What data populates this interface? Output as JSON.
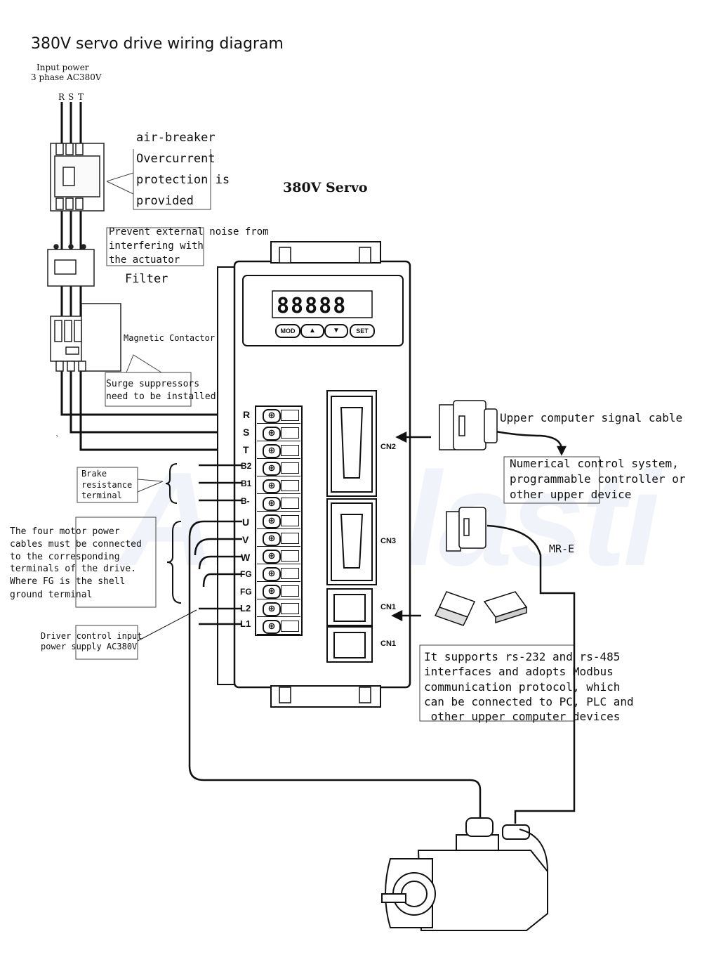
{
  "title": "380V servo drive wiring diagram",
  "input_power": {
    "line1": "Input power",
    "line2": "3 phase AC380V"
  },
  "phases": [
    "R",
    "S",
    "T"
  ],
  "air_breaker": {
    "line1": "air-breaker",
    "line2": "Overcurrent",
    "line3": "protection is",
    "line4": "provided"
  },
  "noise_note": {
    "line1": "Prevent external noise from",
    "line2": "interfering with",
    "line3": "the actuator"
  },
  "filter_label": "Filter",
  "contactor_label": "Magnetic Contactor",
  "surge_note": {
    "line1": "Surge suppressors",
    "line2": "need to be installed"
  },
  "servo_title": "380V Servo",
  "display_digits": "88888",
  "panel_buttons": [
    "MOD",
    "▲",
    "▼",
    "SET"
  ],
  "terminals": [
    "R",
    "S",
    "T",
    "B2",
    "B1",
    "B-",
    "U",
    "V",
    "W",
    "FG",
    "FG",
    "L2",
    "L1"
  ],
  "connectors": {
    "cn2": "CN2",
    "cn3": "CN3",
    "cn1a": "CN1",
    "cn1b": "CN1"
  },
  "brake_note": {
    "line1": "Brake",
    "line2": "resistance",
    "line3": "terminal"
  },
  "motor_note": {
    "line1": "The four motor power",
    "line2": "cables must be connected",
    "line3": "to the corresponding",
    "line4": "terminals of the drive.",
    "line5": "Where FG is the shell",
    "line6": "ground terminal"
  },
  "driver_note": {
    "line1": "Driver control input",
    "line2": "power supply AC380V"
  },
  "upper_cable": "Upper computer signal cable",
  "numerical_note": {
    "line1": "Numerical control system,",
    "line2": "programmable controller or",
    "line3": "other upper device"
  },
  "encoder_label": "MR-E",
  "rs_note": {
    "line1": "It supports rs-232 and rs-485",
    "line2": "interfaces and adopts Modbus",
    "line3": "communication protocol, which",
    "line4": "can be connected to PC, PLC and",
    "line5": " other upper computer devices"
  },
  "stray_mark": "`",
  "watermark": "Antalasti"
}
